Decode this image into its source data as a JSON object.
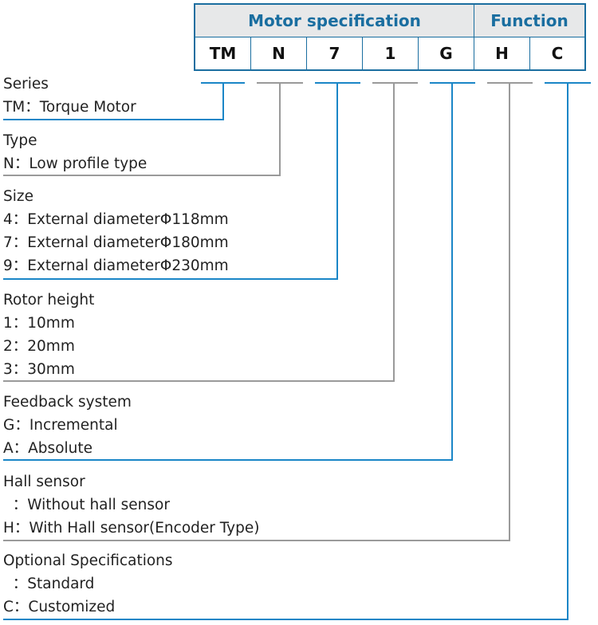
{
  "header": {
    "motor_spec_label": "Motor specification",
    "function_label": "Function"
  },
  "codes": [
    "TM",
    "N",
    "7",
    "1",
    "G",
    "H",
    "C"
  ],
  "sections": [
    {
      "title": "Series",
      "options": [
        "TM：Torque Motor"
      ],
      "color": "#1a86c7"
    },
    {
      "title": "Type",
      "options": [
        "N：Low profile type"
      ],
      "color": "#9a9a9a"
    },
    {
      "title": "Size",
      "options": [
        "4：External diameterΦ118mm",
        "7：External diameterΦ180mm",
        "9：External diameterΦ230mm"
      ],
      "color": "#1a86c7"
    },
    {
      "title": "Rotor height",
      "options": [
        "1：10mm",
        "2：20mm",
        "3：30mm"
      ],
      "color": "#9a9a9a"
    },
    {
      "title": "Feedback system",
      "options": [
        "G：Incremental",
        "A：Absolute"
      ],
      "color": "#1a86c7"
    },
    {
      "title": "Hall sensor",
      "options": [
        "  ：Without hall sensor",
        "H：With Hall sensor(Encoder Type)"
      ],
      "color": "#9a9a9a"
    },
    {
      "title": "Optional Specifications",
      "options": [
        "  ：Standard",
        "C：Customized"
      ],
      "color": "#1a86c7"
    }
  ],
  "colors": {
    "blue": "#1a86c7",
    "gray": "#9a9a9a",
    "header_text": "#1a6ea0",
    "header_bg": "#e7e8e9"
  }
}
